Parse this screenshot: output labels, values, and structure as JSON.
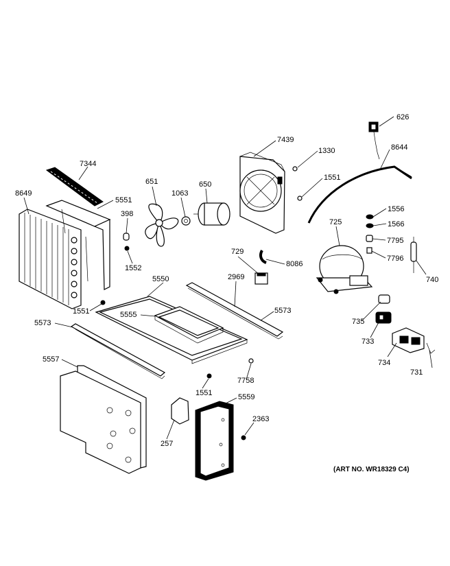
{
  "labels": {
    "p626": "626",
    "p8644": "8644",
    "p7439": "7439",
    "p1330": "1330",
    "p1551a": "1551",
    "p7344": "7344",
    "p8649": "8649",
    "p5551": "5551",
    "p651": "651",
    "p1063": "1063",
    "p650": "650",
    "p398": "398",
    "p1552": "1552",
    "p1556": "1556",
    "p1566": "1566",
    "p725": "725",
    "p7795": "7795",
    "p7796": "7796",
    "p740": "740",
    "p729": "729",
    "p8086": "8086",
    "p5550": "5550",
    "p2969": "2969",
    "p1551b": "1551",
    "p5555": "5555",
    "p5573a": "5573",
    "p5573b": "5573",
    "p735": "735",
    "p733": "733",
    "p734": "734",
    "p731": "731",
    "p5557": "5557",
    "p7758": "7758",
    "p1551c": "1551",
    "p5559": "5559",
    "p2363": "2363",
    "p257": "257"
  },
  "art_number": "(ART NO. WR18329 C4)"
}
